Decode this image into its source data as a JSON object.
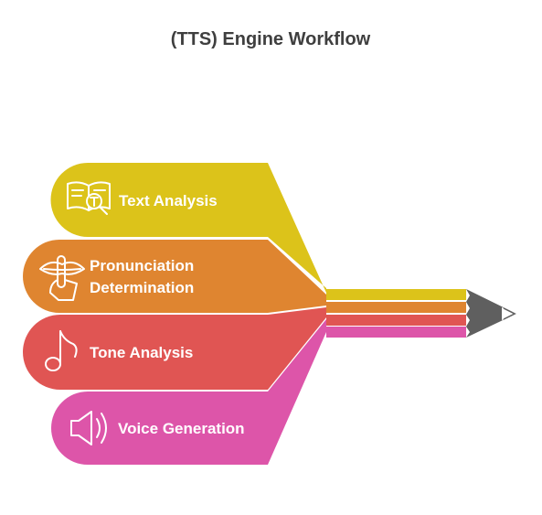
{
  "title": "(TTS) Engine Workflow",
  "steps": [
    {
      "id": "text-analysis",
      "lines": [
        "Text Analysis"
      ],
      "color": "#dcc31a",
      "icon": "book-magnifier-icon"
    },
    {
      "id": "pronunciation-determination",
      "lines": [
        "Pronunciation",
        "Determination"
      ],
      "color": "#df8530",
      "icon": "lips-hush-icon"
    },
    {
      "id": "tone-analysis",
      "lines": [
        "Tone Analysis"
      ],
      "color": "#e05553",
      "icon": "music-note-icon"
    },
    {
      "id": "voice-generation",
      "lines": [
        "Voice Generation"
      ],
      "color": "#dd55a9",
      "icon": "speaker-icon"
    }
  ],
  "pencil_tip_color": "#5f5f5f"
}
